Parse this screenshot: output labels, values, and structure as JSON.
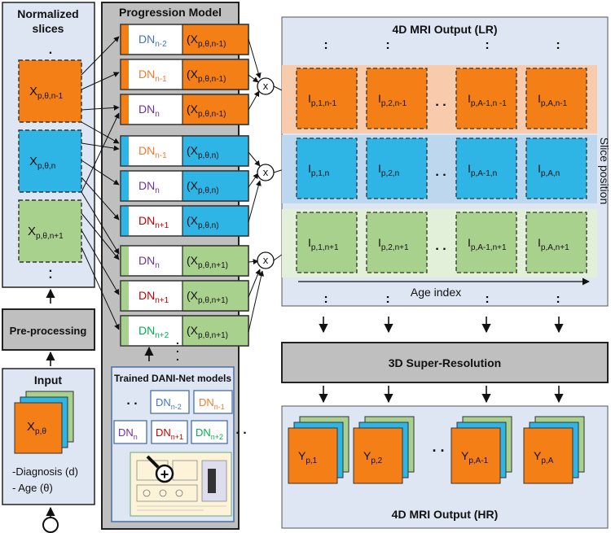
{
  "colors": {
    "orange": "#f47f17",
    "blue": "#2fb4e6",
    "green": "#a9d18e",
    "panel": "#dde6f2",
    "gray": "#bfbfbf",
    "band_orange": "#f8cbad",
    "band_blue": "#bdd7ee",
    "band_green": "#e2efd9",
    "dn_orange": "#ed7d31",
    "dn_blue": "#4472c4",
    "dn_purple": "#7030a0",
    "dn_red": "#c00000",
    "dn_green": "#00b050"
  },
  "left": {
    "title_line1": "Normalized",
    "title_line2": "slices",
    "slices": [
      {
        "base": "X",
        "sub": "p,θ,n-1",
        "color": "orange"
      },
      {
        "base": "X",
        "sub": "p,θ,n",
        "color": "blue"
      },
      {
        "base": "X",
        "sub": "p,θ,n+1",
        "color": "green"
      }
    ],
    "preprocessing": "Pre-processing",
    "input": {
      "title": "Input",
      "volume": {
        "base": "X",
        "sub": "p,θ"
      },
      "diagnosis": "-Diagnosis (d)",
      "age": "- Age (θ)"
    }
  },
  "progression": {
    "title": "Progression Model",
    "rows": [
      {
        "dn": "DN",
        "dn_sub": "n-2",
        "dn_color": "dn_blue",
        "x_sub": "p,θ,n-1",
        "color": "orange"
      },
      {
        "dn": "DN",
        "dn_sub": "n-1",
        "dn_color": "dn_orange",
        "x_sub": "p,θ,n-1",
        "color": "orange"
      },
      {
        "dn": "DN",
        "dn_sub": "n",
        "dn_color": "dn_purple",
        "x_sub": "p,θ,n-1",
        "color": "orange"
      },
      {
        "dn": "DN",
        "dn_sub": "n-1",
        "dn_color": "dn_orange",
        "x_sub": "p,θ,n",
        "color": "blue"
      },
      {
        "dn": "DN",
        "dn_sub": "n",
        "dn_color": "dn_purple",
        "x_sub": "p,θ,n",
        "color": "blue"
      },
      {
        "dn": "DN",
        "dn_sub": "n+1",
        "dn_color": "dn_red",
        "x_sub": "p,θ,n",
        "color": "blue"
      },
      {
        "dn": "DN",
        "dn_sub": "n",
        "dn_color": "dn_purple",
        "x_sub": "p,θ,n+1",
        "color": "green"
      },
      {
        "dn": "DN",
        "dn_sub": "n+1",
        "dn_color": "dn_red",
        "x_sub": "p,θ,n+1",
        "color": "green"
      },
      {
        "dn": "DN",
        "dn_sub": "n+2",
        "dn_color": "dn_green",
        "x_sub": "p,θ,n+1",
        "color": "green"
      }
    ],
    "x_base": "X",
    "trained_title": "Trained DANI-Net models",
    "trained_row1": [
      {
        "dn": "DN",
        "sub": "n-2",
        "color": "dn_blue"
      },
      {
        "dn": "DN",
        "sub": "n-1",
        "color": "dn_orange"
      }
    ],
    "trained_row2": [
      {
        "dn": "DN",
        "sub": "n",
        "color": "dn_purple"
      },
      {
        "dn": "DN",
        "sub": "n+1",
        "color": "dn_red"
      },
      {
        "dn": "DN",
        "sub": "n+2",
        "color": "dn_green"
      }
    ],
    "multiply_symbol": "x",
    "plus_symbol": "+"
  },
  "lr": {
    "title": "4D MRI Output (LR)",
    "slice_position": "Slice position",
    "age_index": "Age index",
    "rows": [
      {
        "color": "orange",
        "band": "band_orange",
        "cells": [
          {
            "base": "I",
            "sub": "p,1,n-1"
          },
          {
            "base": "I",
            "sub": "p,2,n-1"
          },
          {
            "base": "I",
            "sub": "p,A-1,n -1"
          },
          {
            "base": "I",
            "sub": "p,A,n-1"
          }
        ]
      },
      {
        "color": "blue",
        "band": "band_blue",
        "cells": [
          {
            "base": "I",
            "sub": "p,1,n"
          },
          {
            "base": "I",
            "sub": "p,2,n"
          },
          {
            "base": "I",
            "sub": "p,A-1,n"
          },
          {
            "base": "I",
            "sub": "p,A,n"
          }
        ]
      },
      {
        "color": "green",
        "band": "band_green",
        "cells": [
          {
            "base": "I",
            "sub": "p,1,n+1"
          },
          {
            "base": "I",
            "sub": "p,2,n+1"
          },
          {
            "base": "I",
            "sub": "p,A-1,n+1"
          },
          {
            "base": "I",
            "sub": "p,A,n+1"
          }
        ]
      }
    ]
  },
  "sr": {
    "title": "3D Super-Resolution"
  },
  "hr": {
    "title": "4D MRI Output (HR)",
    "volumes": [
      {
        "base": "Y",
        "sub": "p,1"
      },
      {
        "base": "Y",
        "sub": "p,2"
      },
      {
        "base": "Y",
        "sub": "p,A-1"
      },
      {
        "base": "Y",
        "sub": "p,A"
      }
    ]
  }
}
